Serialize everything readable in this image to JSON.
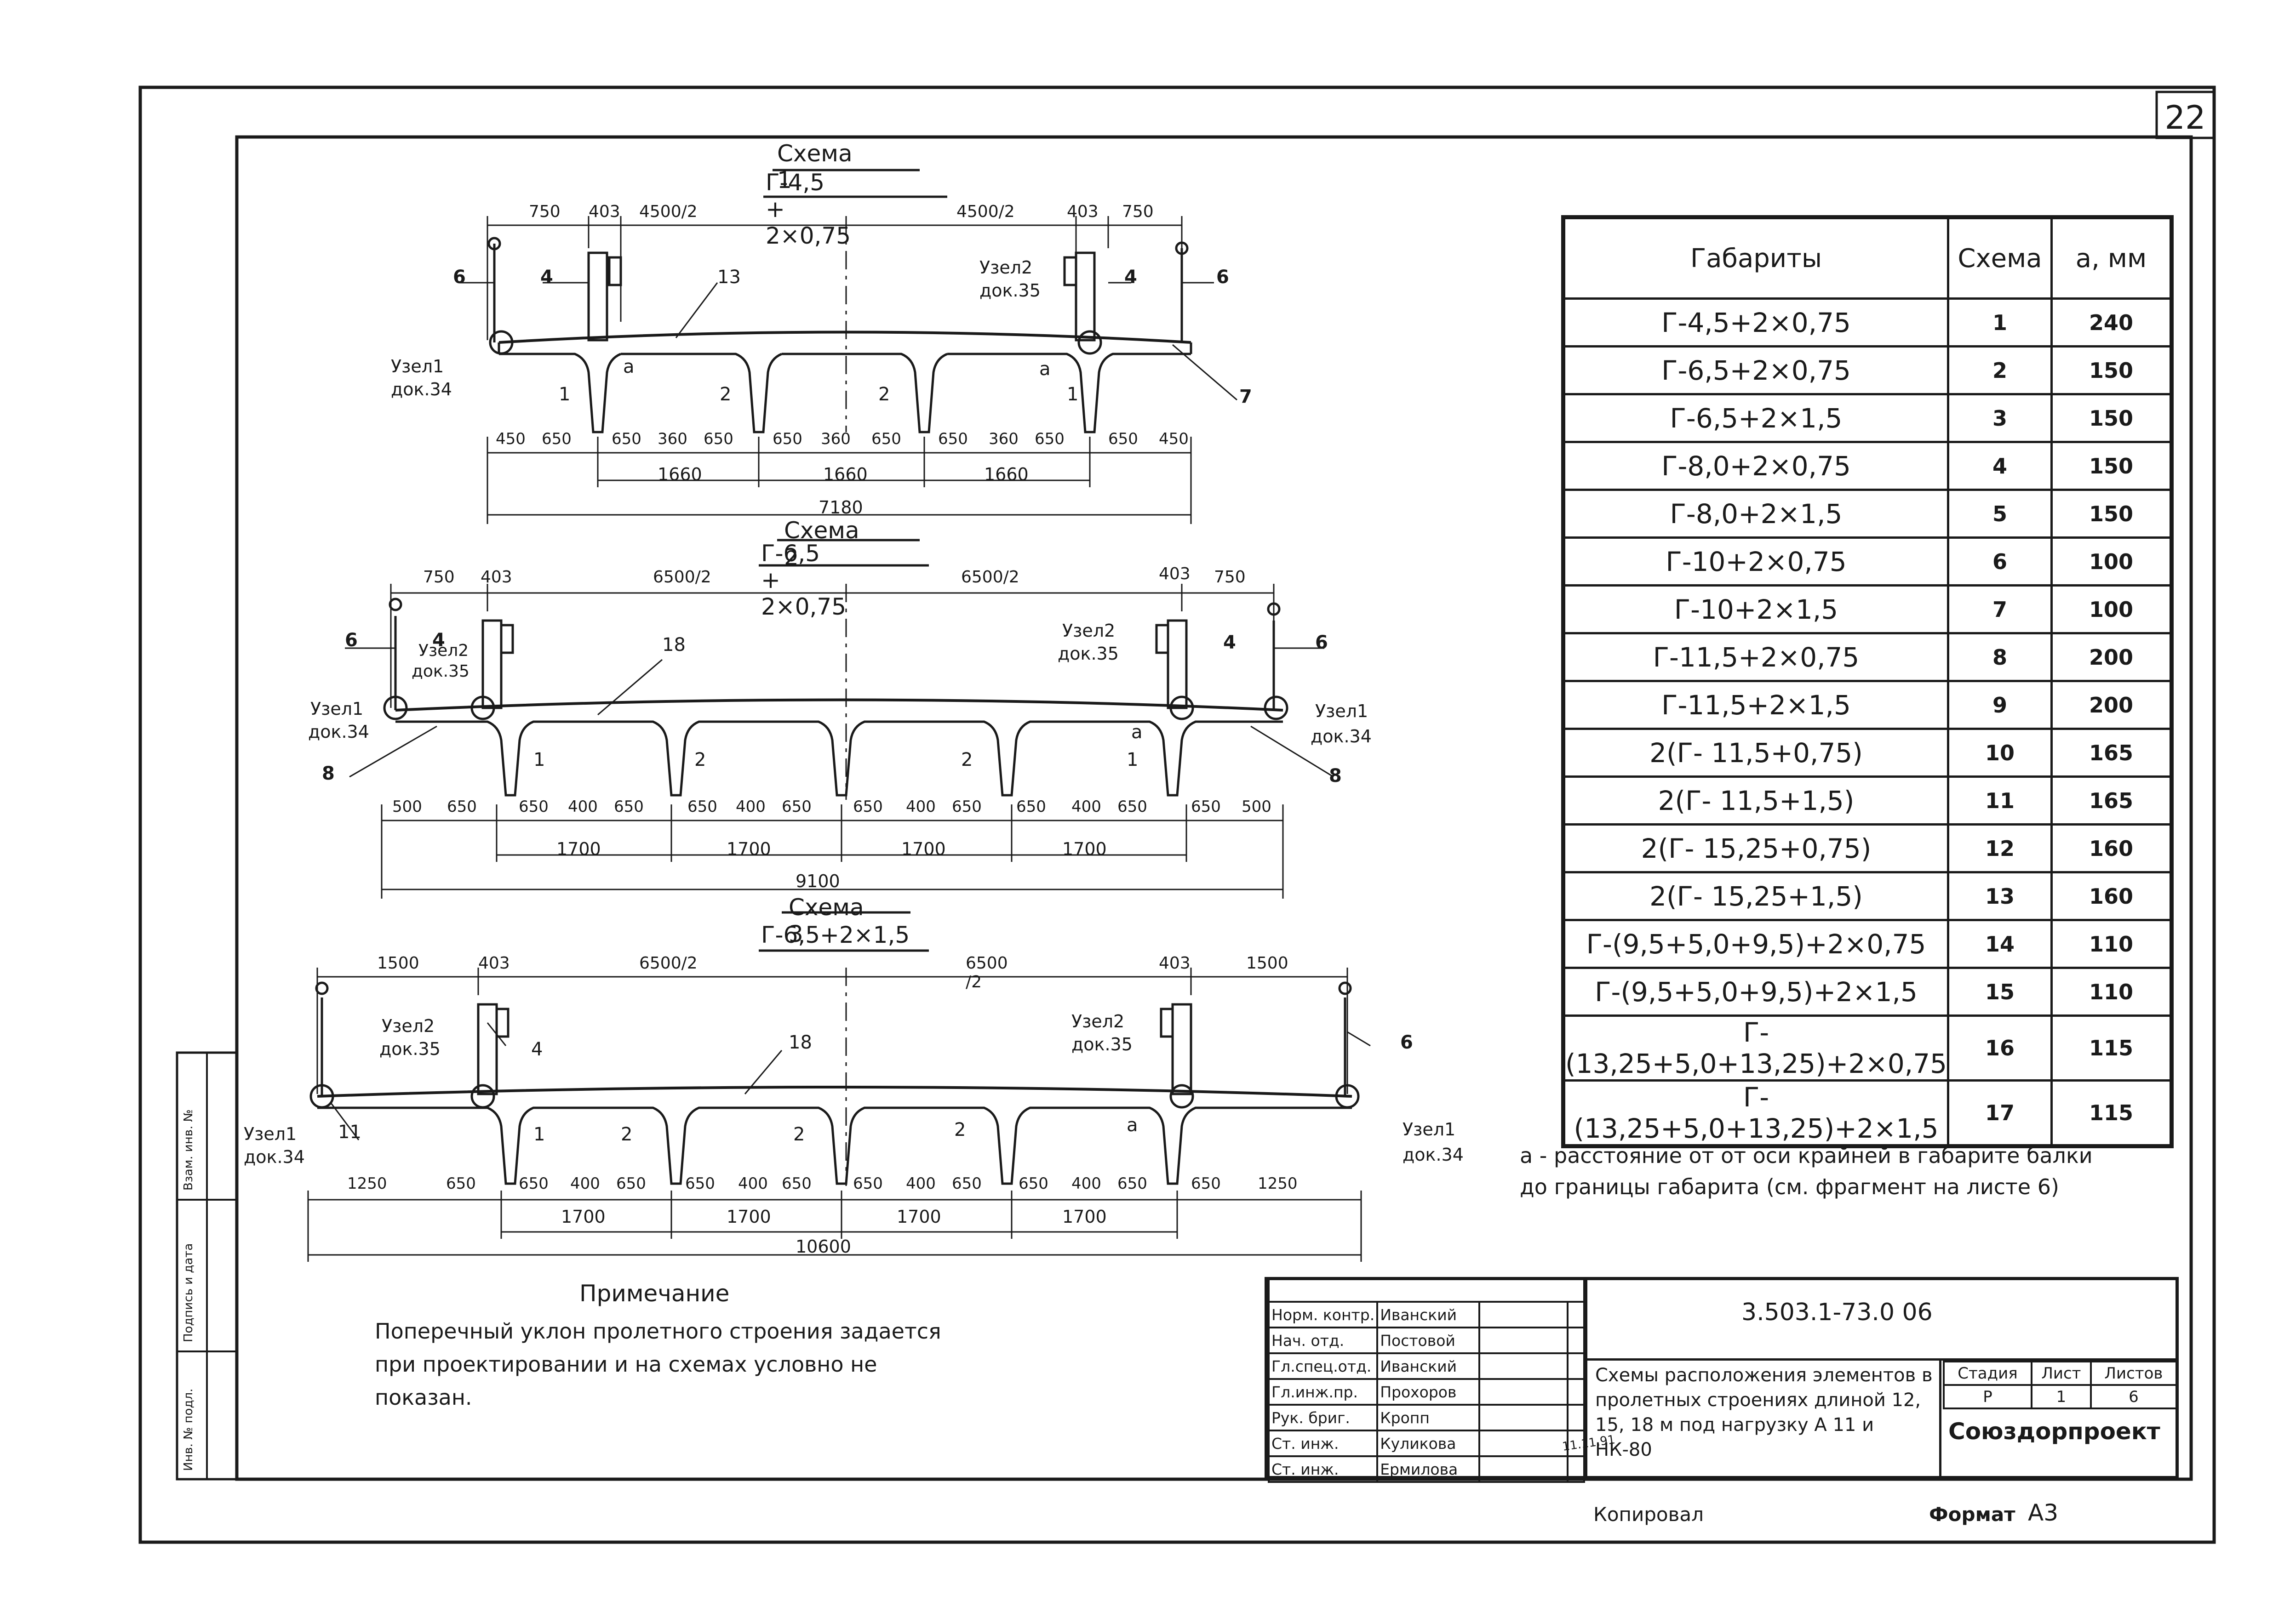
{
  "sheet_number": "22",
  "schemes": [
    {
      "title": "Схема 1",
      "gabarit": "Г-4,5 + 2×0,75",
      "top_dims": [
        "750",
        "403",
        "4500/2",
        "4500/2",
        "403",
        "750"
      ],
      "bottom_dims": [
        "450",
        "650",
        "650",
        "360",
        "650",
        "650",
        "360",
        "650",
        "650",
        "360",
        "650",
        "650",
        "450"
      ],
      "spans": [
        "1660",
        "1660",
        "1660"
      ],
      "total": "7180",
      "labels": [
        "6",
        "4",
        "13",
        "4",
        "6",
        "1",
        "2",
        "2",
        "1",
        "7",
        "a",
        "a"
      ],
      "uzel2": [
        "Узел2",
        "док.35"
      ],
      "uzel1": [
        "Узел1",
        "док.34"
      ]
    },
    {
      "title": "Схема 2",
      "gabarit": "Г-6,5 + 2×0,75",
      "top_dims": [
        "750",
        "403",
        "6500/2",
        "6500/2",
        "403",
        "750"
      ],
      "bottom_dims": [
        "500",
        "650",
        "650",
        "400",
        "650",
        "650",
        "400",
        "650",
        "650",
        "400",
        "650",
        "650",
        "400",
        "650",
        "650",
        "500"
      ],
      "spans": [
        "1700",
        "1700",
        "1700",
        "1700"
      ],
      "total": "9100",
      "labels": [
        "6",
        "4",
        "18",
        "4",
        "6",
        "8",
        "1",
        "2",
        "2",
        "1",
        "8",
        "a"
      ],
      "uzel2": [
        "Узел2",
        "док.35"
      ],
      "uzel1": [
        "Узел1",
        "док.34"
      ]
    },
    {
      "title": "Схема 3",
      "gabarit": "Г-6,5+2×1,5",
      "top_dims": [
        "1500",
        "403",
        "6500/2",
        "6500 /2",
        "403",
        "1500"
      ],
      "bottom_dims": [
        "1250",
        "650",
        "650",
        "400",
        "650",
        "650",
        "400",
        "650",
        "650",
        "400",
        "650",
        "650",
        "400",
        "650",
        "650",
        "1250"
      ],
      "spans": [
        "1700",
        "1700",
        "1700",
        "1700"
      ],
      "total": "10600",
      "labels": [
        "4",
        "18",
        "6",
        "11",
        "1",
        "2",
        "2",
        "2",
        "a"
      ],
      "uzel2": [
        "Узел2",
        "док.35"
      ],
      "uzel1": [
        "Узел1",
        "док.34"
      ]
    }
  ],
  "table": {
    "headers": [
      "Габариты",
      "Схема",
      "a, мм"
    ],
    "rows": [
      [
        "Г-4,5+2×0,75",
        "1",
        "240"
      ],
      [
        "Г-6,5+2×0,75",
        "2",
        "150"
      ],
      [
        "Г-6,5+2×1,5",
        "3",
        "150"
      ],
      [
        "Г-8,0+2×0,75",
        "4",
        "150"
      ],
      [
        "Г-8,0+2×1,5",
        "5",
        "150"
      ],
      [
        "Г-10+2×0,75",
        "6",
        "100"
      ],
      [
        "Г-10+2×1,5",
        "7",
        "100"
      ],
      [
        "Г-11,5+2×0,75",
        "8",
        "200"
      ],
      [
        "Г-11,5+2×1,5",
        "9",
        "200"
      ],
      [
        "2(Г- 11,5+0,75)",
        "10",
        "165"
      ],
      [
        "2(Г- 11,5+1,5)",
        "11",
        "165"
      ],
      [
        "2(Г- 15,25+0,75)",
        "12",
        "160"
      ],
      [
        "2(Г- 15,25+1,5)",
        "13",
        "160"
      ],
      [
        "Г-(9,5+5,0+9,5)+2×0,75",
        "14",
        "110"
      ],
      [
        "Г-(9,5+5,0+9,5)+2×1,5",
        "15",
        "110"
      ],
      [
        "Г-(13,25+5,0+13,25)+2×0,75",
        "16",
        "115"
      ],
      [
        "Г-(13,25+5,0+13,25)+2×1,5",
        "17",
        "115"
      ]
    ]
  },
  "note_a": "a - расстояние от от оси крайней в габарите балки до границы габарита (см. фрагмент на листе 6)",
  "primechanie": {
    "title": "Примечание",
    "text": "Поперечный уклон пролетного строения задается при проектировании и на схемах условно не показан."
  },
  "stamp": {
    "rows": [
      [
        "Норм. контр.",
        "Иванский"
      ],
      [
        "Нач. отд.",
        "Постовой"
      ],
      [
        "Гл.спец.отд.",
        "Иванский"
      ],
      [
        "Гл.инж.пр.",
        "Прохоров"
      ],
      [
        "Рук. бриг.",
        "Кропп"
      ],
      [
        "Ст. инж.",
        "Куликова"
      ],
      [
        "Ст. инж.",
        "Ермилова"
      ]
    ],
    "date": "11.11.91",
    "code": "3.503.1-73.0 06",
    "description": "Схемы расположения элементов в пролетных строениях длиной 12, 15, 18 м под нагрузку А 11 и НК-80",
    "stage_headers": [
      "Стадия",
      "Лист",
      "Листов"
    ],
    "stage_values": [
      "Р",
      "1",
      "6"
    ],
    "organization": "Союздорпроект"
  },
  "side_labels": [
    "Инв. № подл.",
    "Подпись и дата",
    "Взам. инв. №"
  ],
  "footer": {
    "copied_label": "Копировал",
    "format_label": "Формат",
    "format_value": "А3"
  }
}
